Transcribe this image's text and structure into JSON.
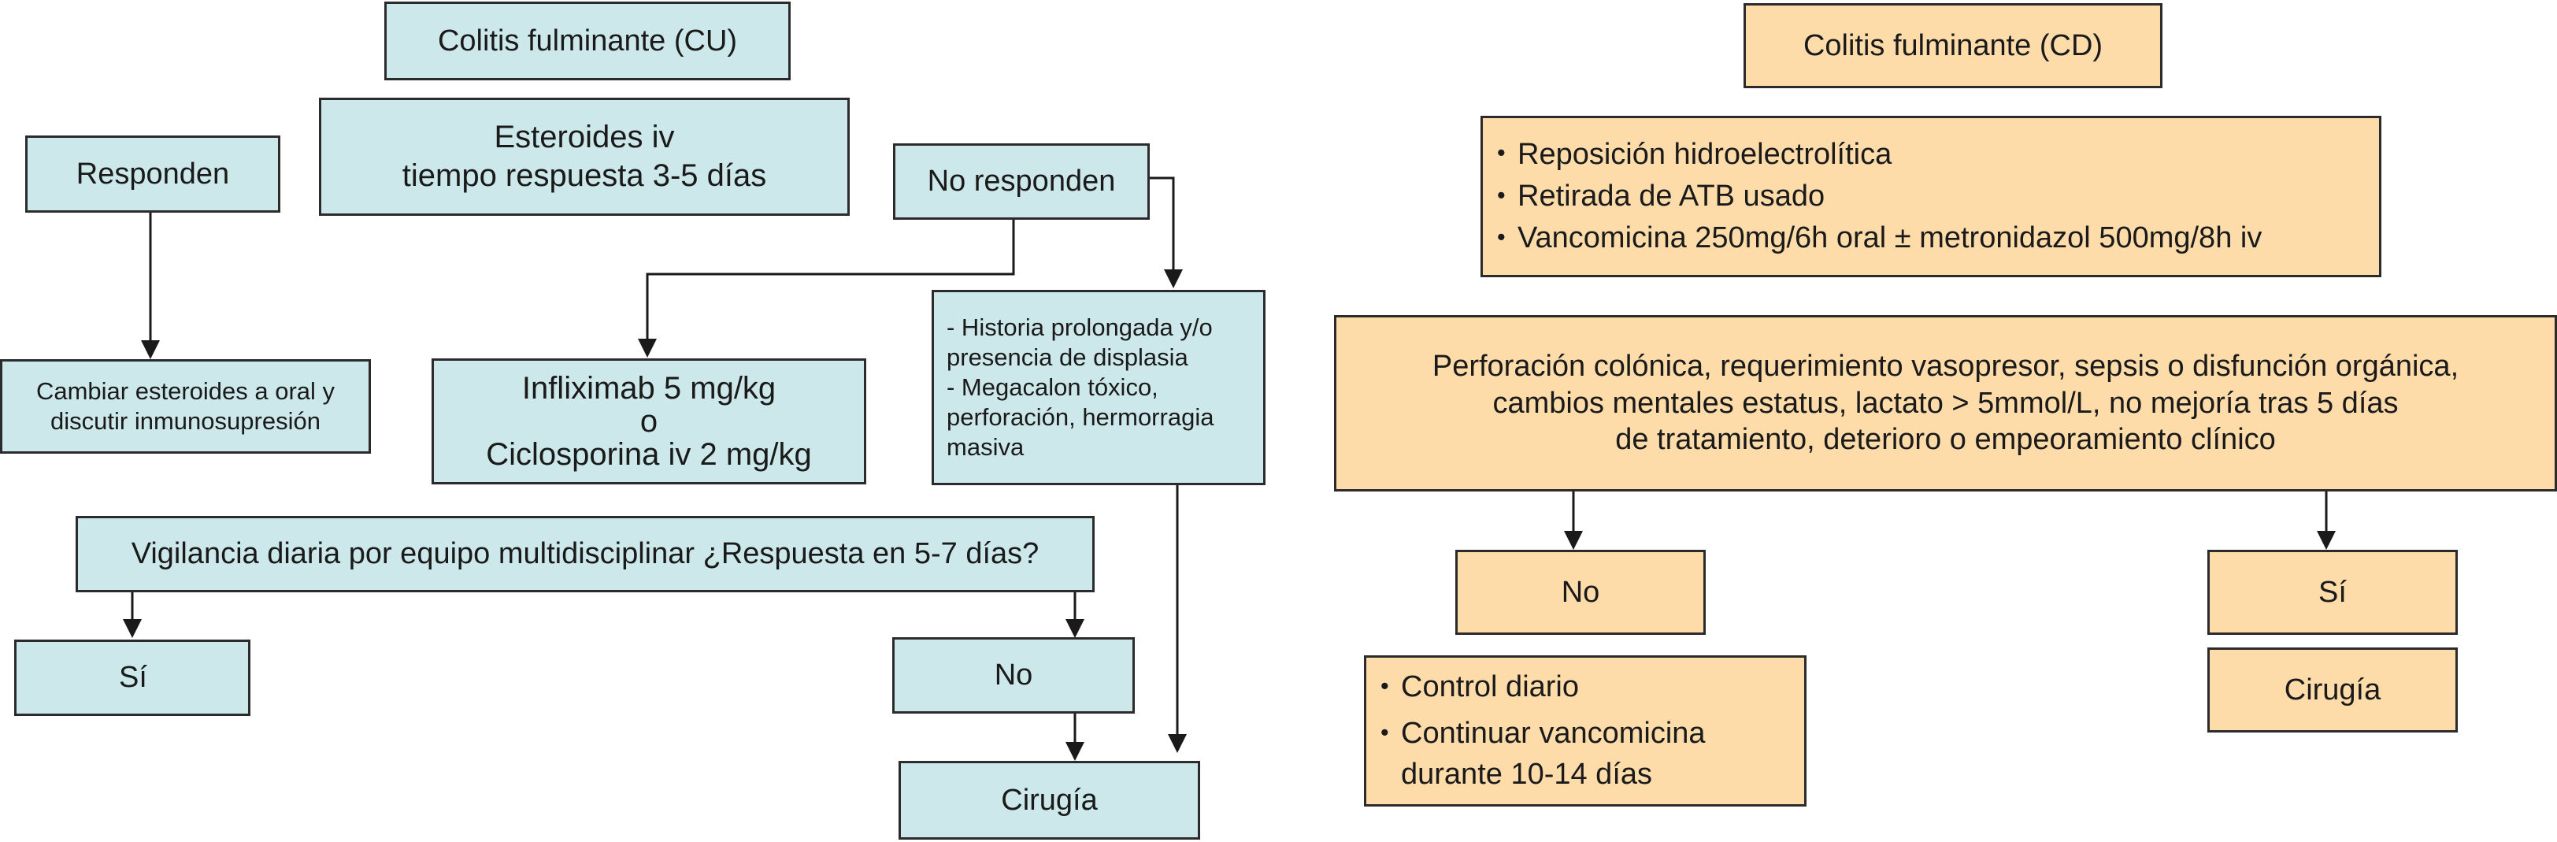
{
  "cu": {
    "title": "Colitis fulminante (CU)",
    "steroids": "Esteroides iv\ntiempo respuesta 3-5 días",
    "respond": "Responden",
    "no_respond": "No responden",
    "change_oral": "Cambiar esteroides a oral y\ndiscutir inmunosupresión",
    "rescue_line1": "Infliximab 5 mg/kg",
    "rescue_or": "o",
    "rescue_line2": "Ciclosporina iv 2 mg/kg",
    "indications": "- Historia prolongada y/o\npresencia de displasia\n- Megacalon tóxico,\nperforación, hermorragia\nmasiva",
    "vigilance": "Vigilancia diaria por equipo multidisciplinar ¿Respuesta en 5-7 días?",
    "yes": "Sí",
    "no": "No",
    "surgery": "Cirugía"
  },
  "cd": {
    "title": "Colitis fulminante (CD)",
    "measures": [
      "Reposición hidroelectrolítica",
      "Retirada de ATB usado",
      "Vancomicina 250mg/6h oral ± metronidazol 500mg/8h iv"
    ],
    "criteria": "Perforación colónica, requerimiento vasopresor, sepsis o disfunción orgánica,\ncambios mentales estatus, lactato > 5mmol/L, no mejoría tras 5 días\nde tratamiento, deterioro o empeoramiento clínico",
    "no": "No",
    "yes": "Sí",
    "followup": [
      "Control diario",
      "Continuar vancomicina\ndurante 10-14 días"
    ],
    "surgery": "Cirugía"
  },
  "colors": {
    "cu_fill": "#cde8ea",
    "cd_fill": "#fddcaa",
    "stroke": "#2b2b2b"
  }
}
